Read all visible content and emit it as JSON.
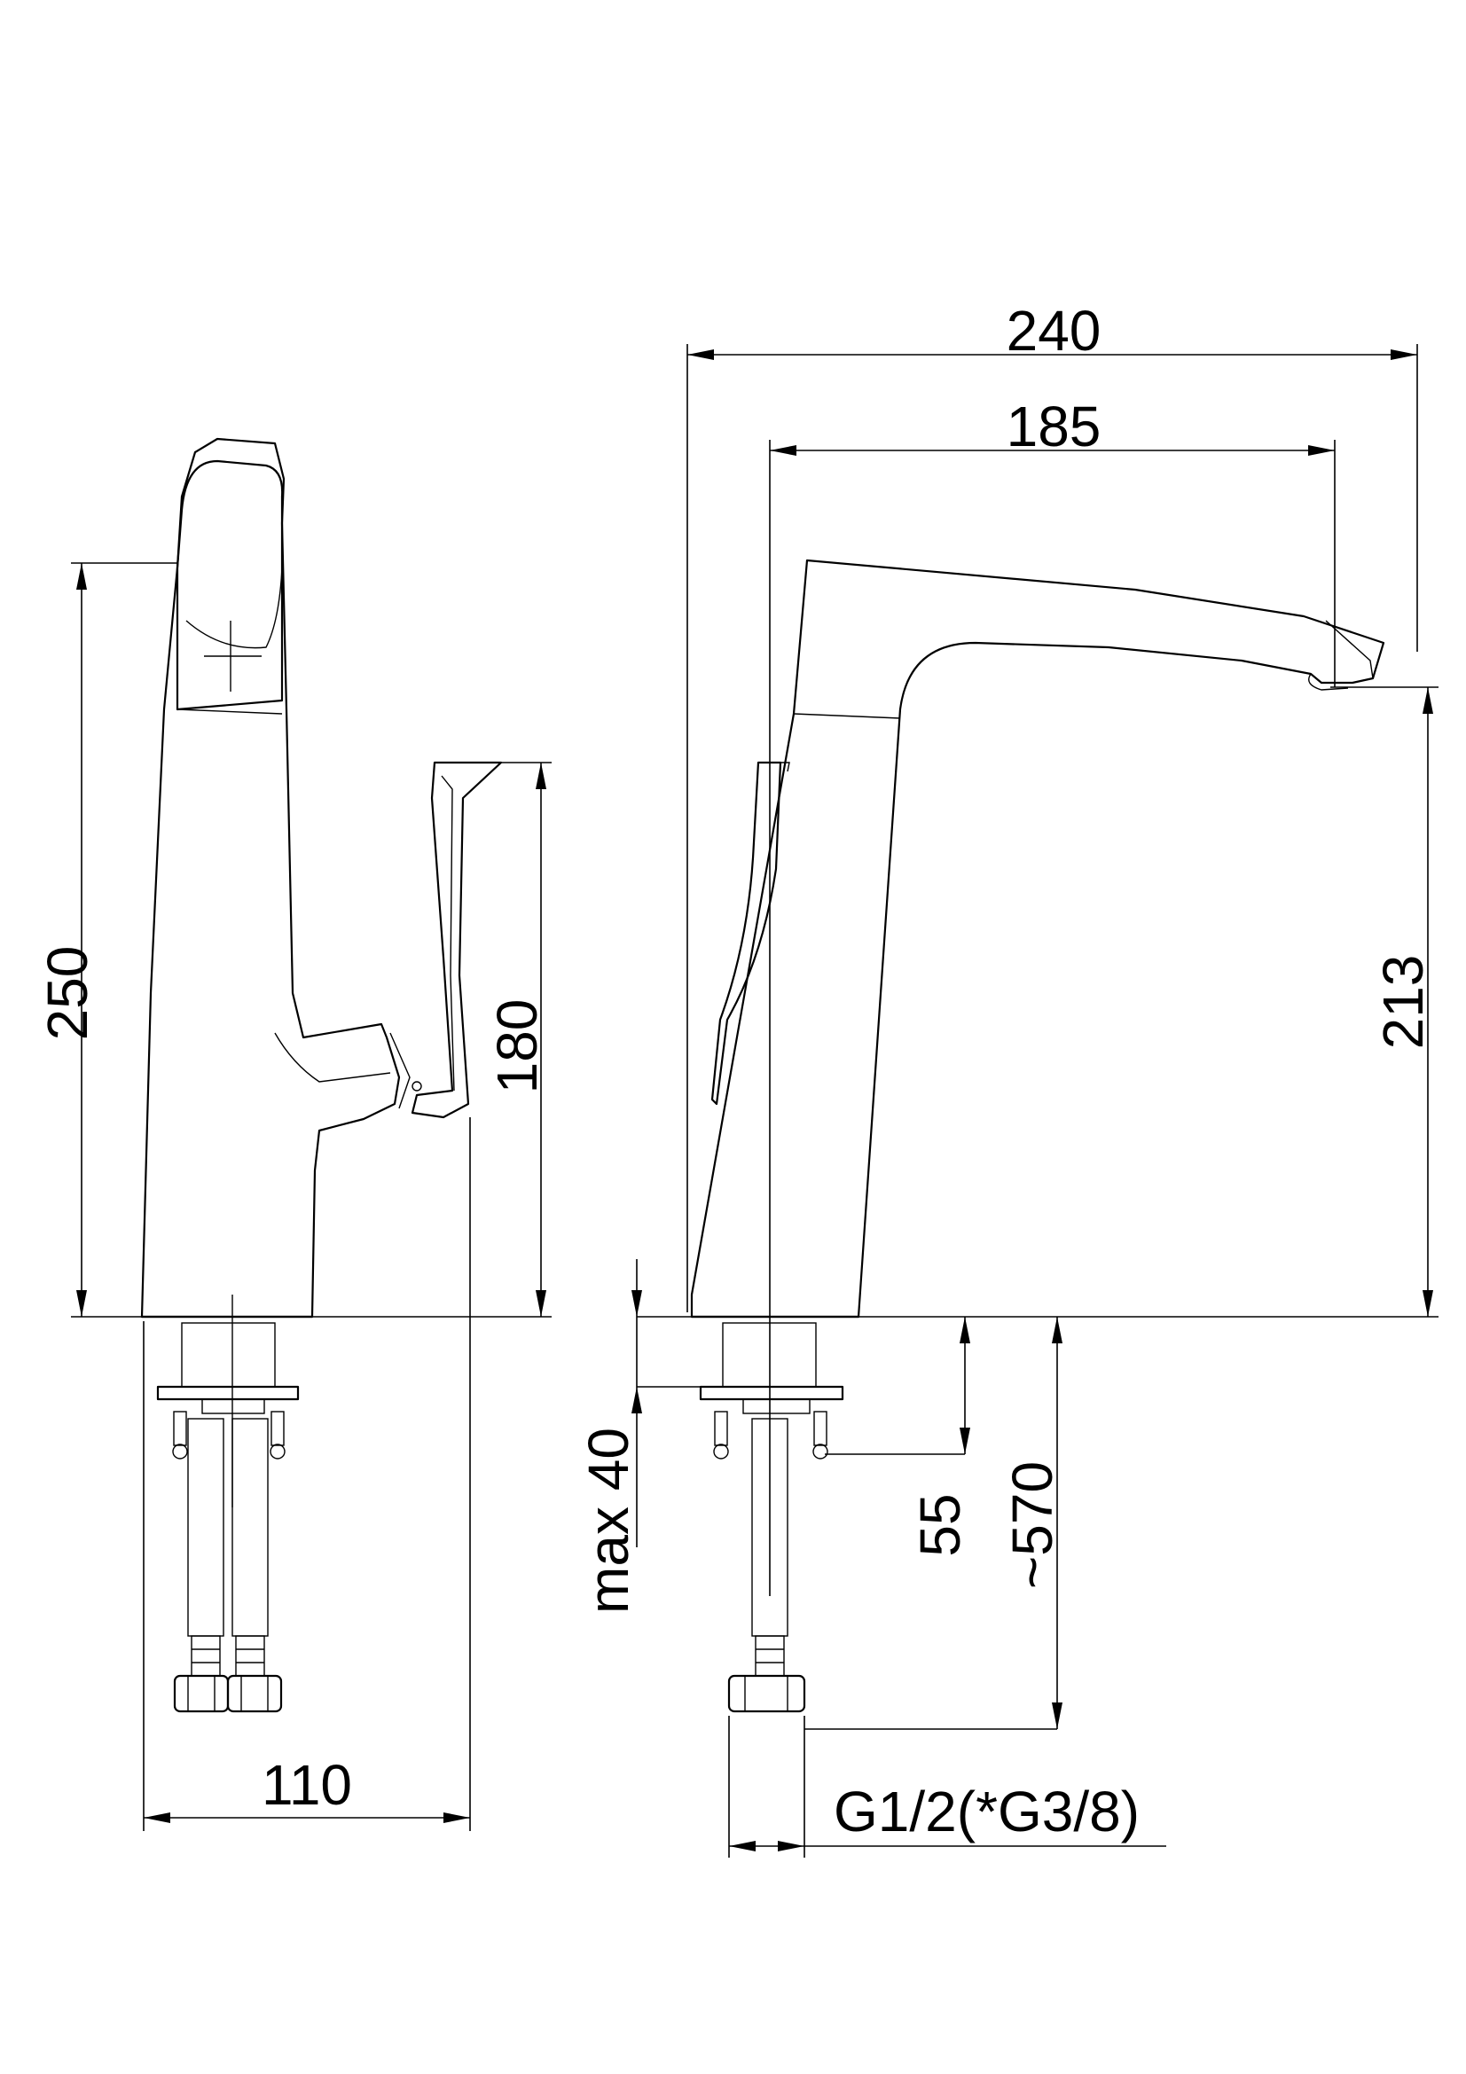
{
  "dimensions": {
    "total_height": "250",
    "lever_height": "180",
    "base_depth": "110",
    "total_length": "240",
    "spout_reach": "185",
    "spout_height": "213",
    "max_deck_thickness": "max 40",
    "thread_length": "55",
    "hose_length": "~570",
    "connection_thread": "G1/2(*G3/8)"
  },
  "colors": {
    "line": "#000000",
    "background": "#ffffff"
  }
}
